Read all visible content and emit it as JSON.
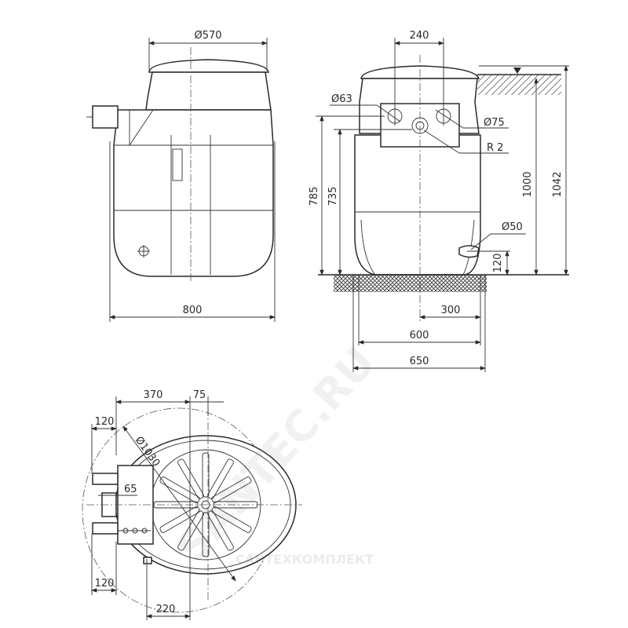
{
  "title": "Septic tank dimensional drawing",
  "front_view": {
    "diameter_top": "Ø570",
    "width": "800"
  },
  "side_view": {
    "spacing_top": "240",
    "pipe_in": "Ø63",
    "pipe_out": "Ø75",
    "thread": "R 2",
    "height_785": "785",
    "height_735": "735",
    "height_1000": "1000",
    "height_1042": "1042",
    "drain": "Ø50",
    "drain_height": "120",
    "offset_300": "300",
    "width_600": "600",
    "width_650": "650"
  },
  "top_view": {
    "dim_370": "370",
    "dim_75": "75",
    "dim_120_top": "120",
    "diameter": "Ø1030",
    "dim_65": "65",
    "dim_120_bottom": "120",
    "dim_220": "220"
  },
  "watermark": {
    "site": "SANTEC.RU",
    "company": "САНТЕХКОМПЛЕКТ"
  },
  "colors": {
    "line": "#2a2a2a",
    "background": "#ffffff"
  }
}
